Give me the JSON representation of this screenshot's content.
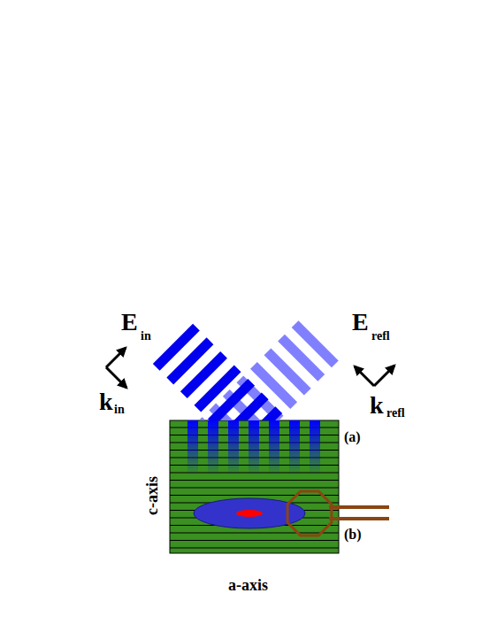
{
  "diagram": {
    "labels": [
      "E",
      "in",
      "k",
      "in",
      "E",
      "refl",
      "k",
      "refl",
      "(a)",
      "(b)",
      "c-axis",
      "a-axis"
    ]
  }
}
